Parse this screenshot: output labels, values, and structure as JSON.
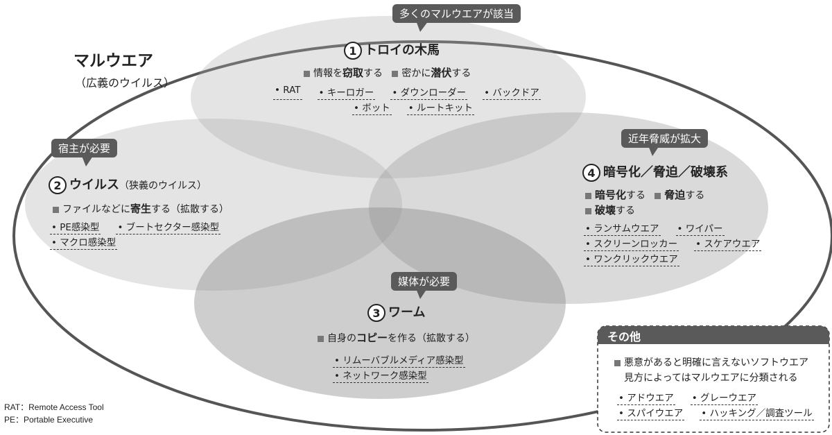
{
  "malware": {
    "title": "マルウエア",
    "subtitle": "（広義のウイルス）",
    "common_tag": "多くのマルウエアが該当"
  },
  "trojan": {
    "number": "1",
    "title": "トロイの木馬",
    "desc1_a": "情報を",
    "desc1_b": "窃取",
    "desc1_c": "する",
    "desc2_a": "密かに",
    "desc2_b": "潜伏",
    "desc2_c": "する",
    "items_row1": [
      "RAT",
      "キーロガー",
      "ダウンローダー",
      "バックドア"
    ],
    "items_row2": [
      "ボット",
      "ルートキット"
    ]
  },
  "virus": {
    "tag": "宿主が必要",
    "number": "2",
    "title": "ウイルス",
    "title_note": "（狭義のウイルス）",
    "desc_a": "ファイルなどに",
    "desc_b": "寄生",
    "desc_c": "する（拡散する）",
    "items_row1": [
      "PE感染型",
      "ブートセクター感染型"
    ],
    "items_row2": [
      "マクロ感染型"
    ]
  },
  "ransom": {
    "tag": "近年脅威が拡大",
    "number": "4",
    "title": "暗号化／脅迫／破壊系",
    "d1_b": "暗号化",
    "d1_c": "する",
    "d2_b": "脅迫",
    "d2_c": "する",
    "d3_b": "破壊",
    "d3_c": "する",
    "items_row1": [
      "ランサムウエア",
      "ワイパー"
    ],
    "items_row2": [
      "スクリーンロッカー",
      "スケアウエア"
    ],
    "items_row3": [
      "ワンクリックウエア"
    ]
  },
  "worm": {
    "tag": "媒体が必要",
    "number": "3",
    "title": "ワーム",
    "desc_a": "自身の",
    "desc_b": "コピー",
    "desc_c": "を作る（拡散する）",
    "items_row1": [
      "リムーバブルメディア感染型"
    ],
    "items_row2": [
      "ネットワーク感染型"
    ]
  },
  "other": {
    "title": "その他",
    "line1": "悪意があると明確に言えないソフトウエア",
    "line2": "見方によってはマルウエアに分類される",
    "items_row1": [
      "アドウエア",
      "グレーウエア"
    ],
    "items_row2": [
      "スパイウエア",
      "ハッキング／調査ツール"
    ]
  },
  "notes": {
    "rat": "RAT：Remote Access Tool",
    "pe": "PE：Portable Executive"
  },
  "colors": {
    "ellipse_fill": "#9a9a9a",
    "tag_bg": "#5a5a5a",
    "outline": "#555555"
  }
}
